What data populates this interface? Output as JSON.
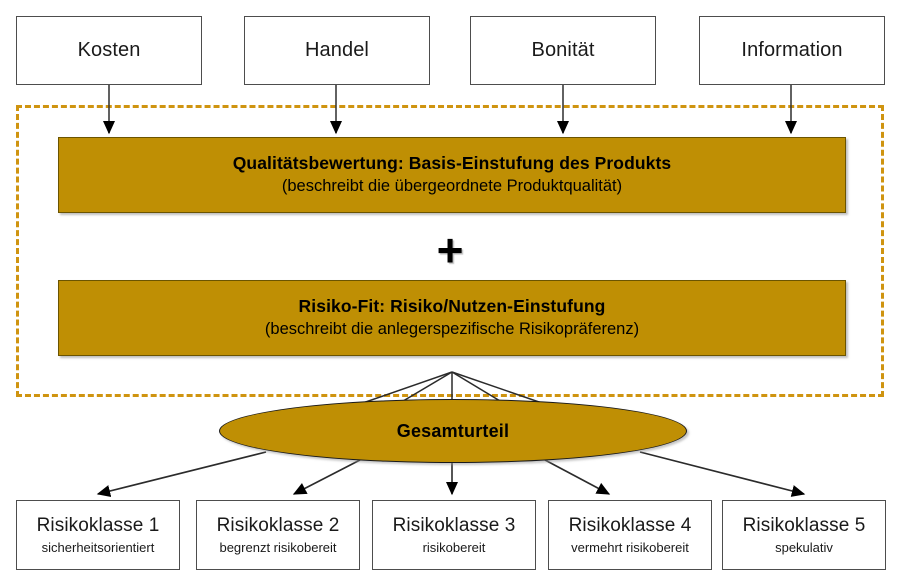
{
  "diagram": {
    "title_internal": "Qualitaetsbewertung und Risiko-Fit Bewertungsschema",
    "colors": {
      "gold": "#bf8f04",
      "dashed_border": "#cf9410",
      "box_border": "#4d4d4d",
      "text": "#000000"
    },
    "sources": [
      {
        "label": "Kosten"
      },
      {
        "label": "Handel"
      },
      {
        "label": "Bonität"
      },
      {
        "label": "Information"
      }
    ],
    "gold_bars": [
      {
        "title": "Qualitätsbewertung: Basis-Einstufung des Produkts",
        "desc": "(beschreibt die übergeordnete Produktqualität)"
      },
      {
        "title": "Risiko-Fit: Risiko/Nutzen-Einstufung",
        "desc": "(beschreibt die anlegerspezifische Risikopräferenz)"
      }
    ],
    "operator": "+",
    "result": {
      "label": "Gesamturteil"
    },
    "risk_classes": [
      {
        "main": "Risikoklasse 1",
        "sub": "sicherheitsorientiert"
      },
      {
        "main": "Risikoklasse 2",
        "sub": "begrenzt risikobereit"
      },
      {
        "main": "Risikoklasse 3",
        "sub": "risikobereit"
      },
      {
        "main": "Risikoklasse 4",
        "sub": "vermehrt risikobereit"
      },
      {
        "main": "Risikoklasse 5",
        "sub": "spekulativ"
      }
    ]
  }
}
